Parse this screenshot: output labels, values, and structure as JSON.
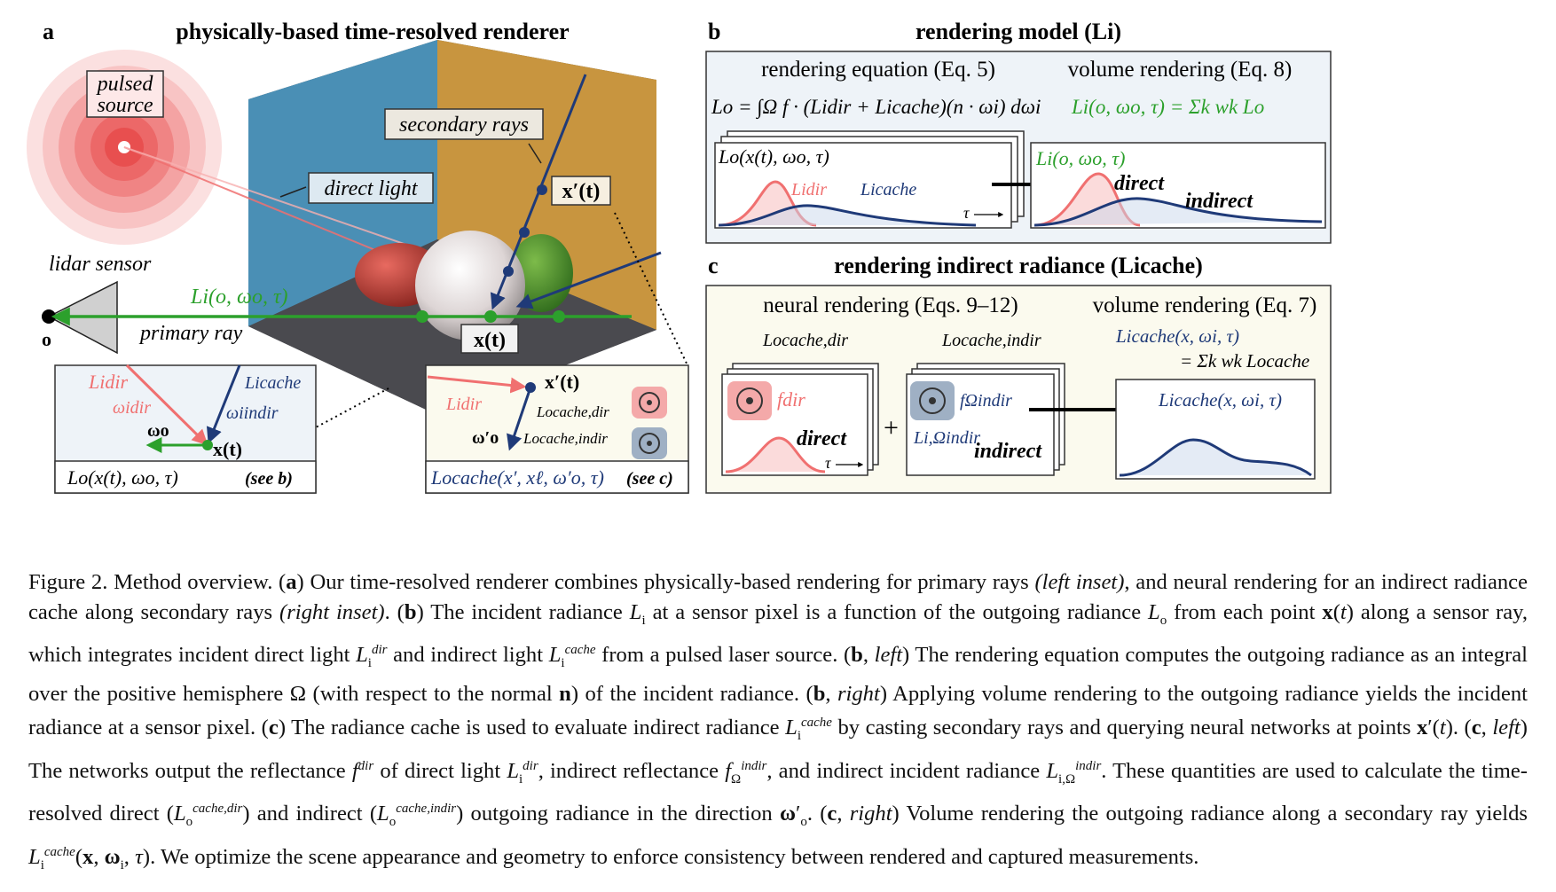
{
  "panel_a": {
    "letter": "a",
    "title": "physically-based time-resolved renderer",
    "pulsed_source_line1": "pulsed",
    "pulsed_source_line2": "source",
    "secondary_rays": "secondary rays",
    "direct_light": "direct light",
    "lidar_sensor": "lidar sensor",
    "origin": "o",
    "primary_ray": "primary ray",
    "Li_label": "Li(o, ωo, τ)",
    "x_t": "x(t)",
    "x_prime_t": "x′(t)",
    "left_inset": {
      "Li_dir": "Lidir",
      "omega_dir": "ωidir",
      "Li_cache": "Licache",
      "omega_indir": "ωiindir",
      "omega_o": "ωo",
      "x_t": "x(t)",
      "Lo": "Lo(x(t), ωo, τ)",
      "see": "(see b)"
    },
    "right_inset": {
      "x_prime": "x′(t)",
      "Li_dir": "Lidir",
      "Lo_cache_dir": "Locache,dir",
      "omega_o_prime": "ω′o",
      "Lo_cache_indir": "Locache,indir",
      "Lo_cache": "Locache(x′, xℓ, ω′o, τ)",
      "see": "(see c)"
    }
  },
  "panel_b": {
    "letter": "b",
    "title": "rendering model (Li)",
    "eq_left_title": "rendering equation (Eq. 5)",
    "eq_right_title": "volume rendering (Eq. 8)",
    "eq_left": "Lo = ∫Ω f · (Lidir + Licache)(n · ωi) dωi",
    "eq_right": "Li(o, ωo, τ) = Σk wk Lo",
    "plot_left_label": "Lo(x(t), ωo, τ)",
    "plot_left_dir": "Lidir",
    "plot_left_cache": "Licache",
    "plot_left_tau": "τ",
    "plot_right_label": "Li(o, ωo, τ)",
    "plot_right_direct": "direct",
    "plot_right_indirect": "indirect"
  },
  "panel_c": {
    "letter": "c",
    "title": "rendering indirect radiance (Licache)",
    "neural_title": "neural rendering (Eqs. 9–12)",
    "volume_title": "volume rendering (Eq. 7)",
    "Lo_cache_dir": "Locache,dir",
    "Lo_cache_indir": "Locache,indir",
    "f_dir": "fdir",
    "f_indir": "fΩindir",
    "L_indir": "Li,Ωindir",
    "direct": "direct",
    "indirect": "indirect",
    "tau": "τ",
    "plus": "+",
    "vol_eq_line1": "Licache(x, ωi, τ)",
    "vol_eq_line2": "= Σk wk Locache",
    "plot_label": "Licache(x, ωi, τ)"
  },
  "colors": {
    "green": "#2ca02c",
    "red": "#f07070",
    "navy": "#1f3a78",
    "panel_b_bg": "#eef3f8",
    "panel_c_bg": "#fbfaee",
    "wall_blue": "#4a8fb5",
    "wall_orange": "#c8953f"
  },
  "caption": {
    "figure_label": "Figure 2. Method overview.",
    "a_label": "a",
    "s1": "Our time-resolved renderer combines physically-based rendering for primary rays",
    "left_inset": "(left inset)",
    "s2": ", and neural rendering for an indirect radiance cache along secondary rays",
    "right_inset": "(right inset)",
    "b_label": "b",
    "s3": "The incident radiance",
    "s4": "at a sensor pixel is a function of the outgoing radiance",
    "s5": "from each point",
    "s6": "along a sensor ray, which integrates incident direct light",
    "s7": "and indirect light",
    "s8": "from a pulsed laser source.",
    "left": "left",
    "s9": "The rendering equation computes the outgoing radiance as an integral over the positive hemisphere Ω (with respect to the normal",
    "s10": ") of the incident radiance.",
    "right": "right",
    "s11": "Applying volume rendering to the outgoing radiance yields the incident radiance at a sensor pixel.",
    "c_label": "c",
    "s12": "The radiance cache is used to evaluate indirect radiance",
    "s13": "by casting secondary rays and querying neural networks at points",
    "s14": "The networks output the reflectance",
    "s15": "of direct light",
    "s16": ", indirect reflectance",
    "s17": ", and indirect incident radiance",
    "s18": ". These quantities are used to calculate the time-resolved direct (",
    "s19": ") and indirect (",
    "s20": ") outgoing radiance in the direction",
    "s21": "Volume rendering the outgoing radiance along a secondary ray yields",
    "s22": ". We optimize the scene appearance and geometry to enforce consistency between rendered and captured measurements."
  }
}
